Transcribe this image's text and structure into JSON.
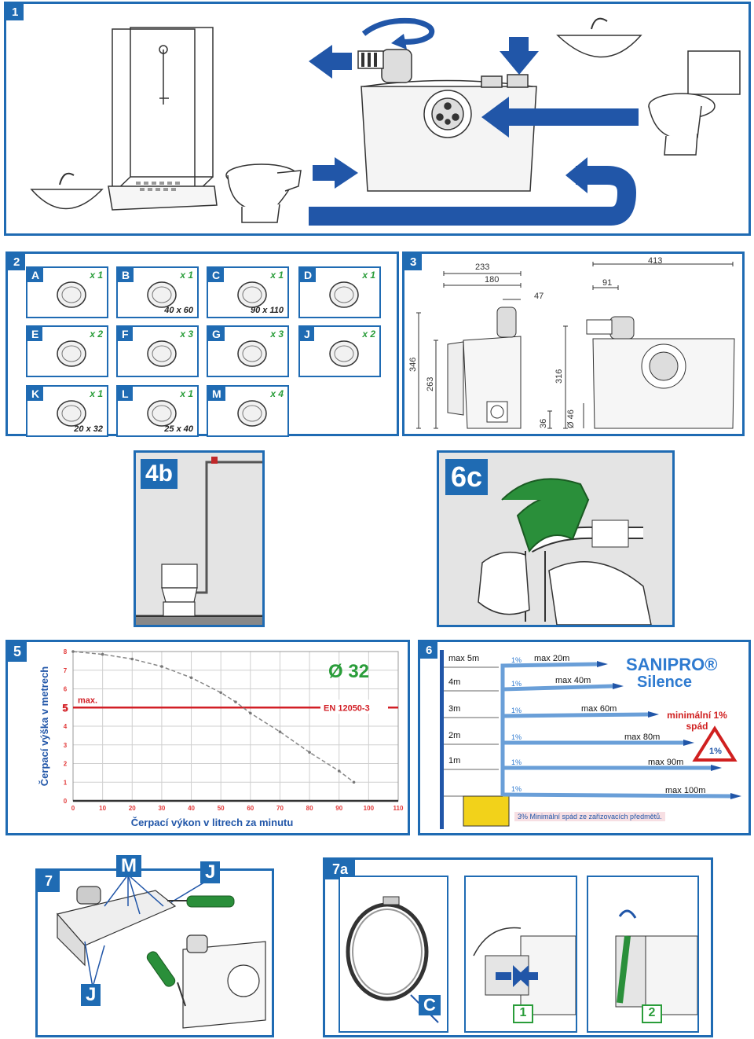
{
  "panels": {
    "p1": {
      "tag": "1"
    },
    "p2": {
      "tag": "2"
    },
    "p3": {
      "tag": "3"
    },
    "p4b": {
      "tag": "4b"
    },
    "p6c": {
      "tag": "6c"
    },
    "p5": {
      "tag": "5"
    },
    "p6": {
      "tag": "6"
    },
    "p7": {
      "tag": "7",
      "labels": {
        "m": "M",
        "j_top": "J",
        "j_bottom": "J"
      }
    },
    "p7a": {
      "tag": "7a",
      "labels": {
        "c": "C",
        "step1": "1",
        "step2": "2"
      }
    }
  },
  "accessories": [
    {
      "letter": "A",
      "qty": "x 1",
      "dim": ""
    },
    {
      "letter": "B",
      "qty": "x 1",
      "dim": "40 x 60"
    },
    {
      "letter": "C",
      "qty": "x 1",
      "dim": "90 x 110"
    },
    {
      "letter": "D",
      "qty": "x 1",
      "dim": ""
    },
    {
      "letter": "E",
      "qty": "x 2",
      "dim": ""
    },
    {
      "letter": "F",
      "qty": "x 3",
      "dim": ""
    },
    {
      "letter": "G",
      "qty": "x 3",
      "dim": ""
    },
    {
      "letter": "J",
      "qty": "x 2",
      "dim": ""
    },
    {
      "letter": "K",
      "qty": "x 1",
      "dim": "20 x 32"
    },
    {
      "letter": "L",
      "qty": "x 1",
      "dim": "25 x 40"
    },
    {
      "letter": "M",
      "qty": "x 4",
      "dim": ""
    }
  ],
  "dimensions": {
    "front_width": "233",
    "outlet_offset": "180",
    "outlet_side": "47",
    "total_height": "346",
    "body_height": "263",
    "foot_height": "36",
    "side_width": "413",
    "side_offset": "91",
    "outlet_height": "316",
    "inlet_diameter": "Ø 46"
  },
  "chart_data": {
    "type": "line",
    "xlabel": "Čerpací výkon v litrech za minutu",
    "ylabel": "Čerpací výška v metrech",
    "xticks": [
      "0",
      "10",
      "20",
      "30",
      "40",
      "50",
      "60",
      "70",
      "80",
      "90",
      "100",
      "110"
    ],
    "yticks": [
      "0",
      "1",
      "2",
      "3",
      "4",
      "5",
      "6",
      "7",
      "8"
    ],
    "xlim": [
      0,
      110
    ],
    "ylim": [
      0,
      8
    ],
    "max_line": {
      "y": 5,
      "label": "max.",
      "value_label": "5"
    },
    "standard": "EN 12050-3",
    "diameter": "Ø 32",
    "series": [
      {
        "x": [
          0,
          10,
          20,
          30,
          40,
          50,
          55,
          60,
          70,
          80,
          90,
          95
        ],
        "y": [
          8,
          7.85,
          7.6,
          7.2,
          6.6,
          5.8,
          5.3,
          4.7,
          3.7,
          2.6,
          1.6,
          1.0
        ]
      }
    ],
    "grid": true
  },
  "pipe_runs": [
    {
      "height": "max 5m",
      "pct": "1%",
      "length": "max 20m"
    },
    {
      "height": "4m",
      "pct": "1%",
      "length": "max 40m"
    },
    {
      "height": "3m",
      "pct": "1%",
      "length": "max 60m"
    },
    {
      "height": "2m",
      "pct": "1%",
      "length": "max 80m"
    },
    {
      "height": "1m",
      "pct": "1%",
      "length": "max 90m"
    },
    {
      "height": "",
      "pct": "1%",
      "length": "max 100m"
    }
  ],
  "brand": {
    "line1": "SANIPRO®",
    "line2": "Silence"
  },
  "slope_note": "minimální 1% spád",
  "sign_text": "1%",
  "footer_note": "3% Minimální spád ze zařizovacích předmětů."
}
